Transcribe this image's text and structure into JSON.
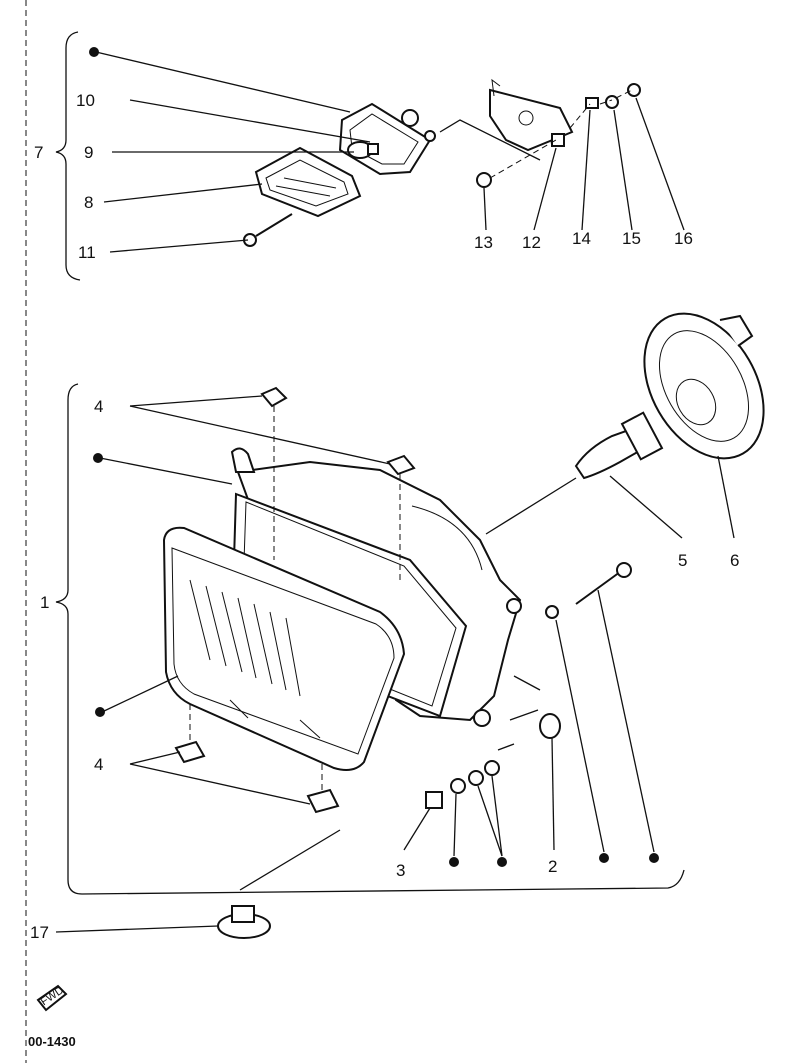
{
  "callouts": {
    "n1": "1",
    "n2": "2",
    "n3": "3",
    "n4a": "4",
    "n4b": "4",
    "n5": "5",
    "n6": "6",
    "n7": "7",
    "n8": "8",
    "n9": "9",
    "n10": "10",
    "n11": "11",
    "n12": "12",
    "n13": "13",
    "n14": "14",
    "n15": "15",
    "n16": "16",
    "n17": "17"
  },
  "footer": {
    "diagram_code": "00-1430",
    "stamp_text": "FWD"
  }
}
